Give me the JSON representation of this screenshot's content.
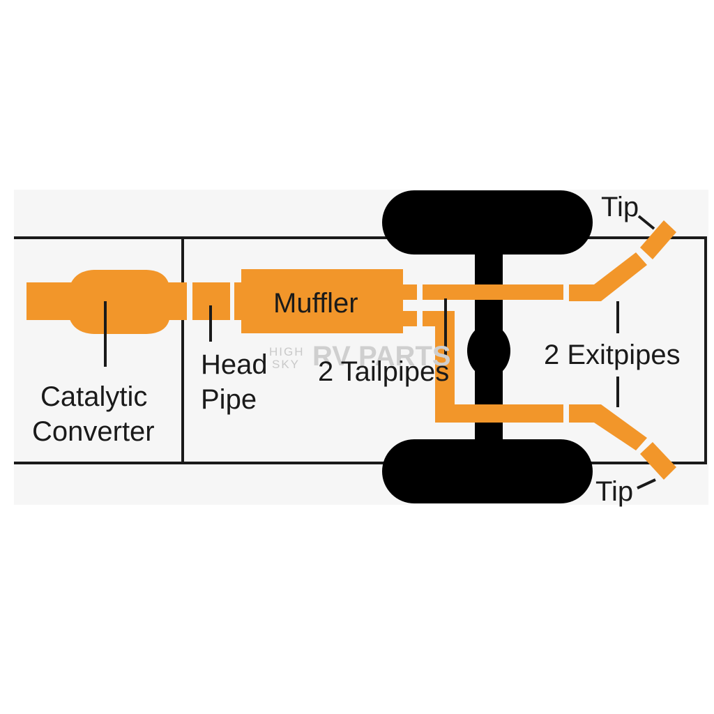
{
  "colors": {
    "pipe": "#F2962A",
    "frame": "#1a1a1a",
    "axle": "#000000",
    "watermark": "#cfcfcf"
  },
  "labels": {
    "catalytic_line1": "Catalytic",
    "catalytic_line2": "Converter",
    "head_line1": "Head",
    "head_line2": "Pipe",
    "muffler": "Muffler",
    "tailpipes": "2 Tailpipes",
    "exitpipes": "2 Exitpipes",
    "tip_top": "Tip",
    "tip_bottom": "Tip"
  },
  "watermark": {
    "small_line1": "HIGH",
    "small_line2": "SKY",
    "brand": "RV PARTS"
  }
}
